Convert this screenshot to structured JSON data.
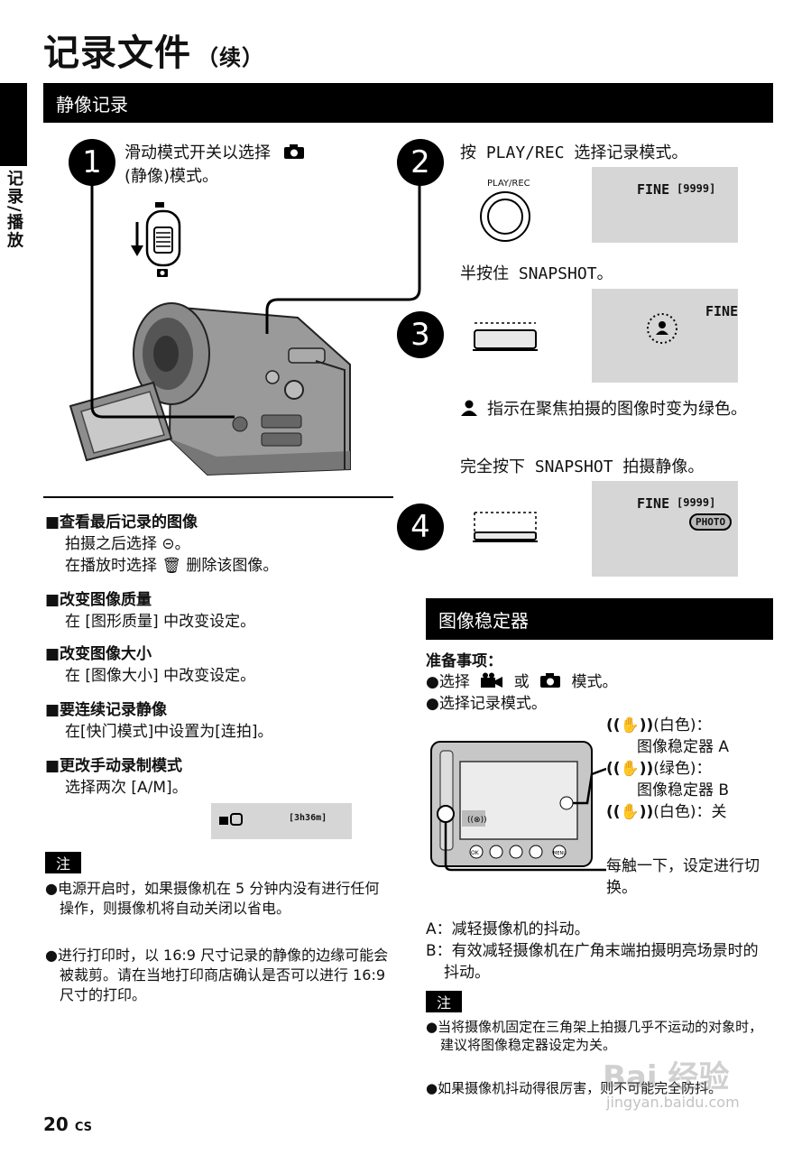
{
  "header": {
    "title": "记录文件",
    "title_sub": "（续）"
  },
  "side_label": "记录/播放",
  "section_static": "静像记录",
  "step1": {
    "number": "1",
    "text_a": "滑动模式开关以选择",
    "text_b": "(静像)模式。"
  },
  "step2": {
    "number": "2",
    "text": "按 PLAY/REC 选择记录模式。",
    "button_label": "PLAY/REC",
    "osd_fine": "FINE",
    "osd_count": "[9999]"
  },
  "step3": {
    "number": "3",
    "text": "半按住 SNAPSHOT。",
    "osd_fine": "FINE",
    "note": "指示在聚焦拍摄的图像时变为绿色。"
  },
  "step4": {
    "number": "4",
    "text": "完全按下 SNAPSHOT 拍摄静像。",
    "osd_fine": "FINE",
    "osd_count": "[9999]",
    "osd_photo": "PHOTO"
  },
  "tips": [
    {
      "title": "■查看最后记录的图像",
      "lines": [
        "拍摄之后选择 ⊝。",
        "在播放时选择 🗑 删除该图像。"
      ]
    },
    {
      "title": "■改变图像质量",
      "lines": [
        "在 [图形质量] 中改变设定。"
      ]
    },
    {
      "title": "■改变图像大小",
      "lines": [
        "在 [图像大小] 中改变设定。"
      ]
    },
    {
      "title": "■要连续记录静像",
      "lines": [
        "在[快门模式]中设置为[连拍]。"
      ]
    },
    {
      "title": "■更改手动录制模式",
      "lines": [
        "选择两次 [A/M]。"
      ]
    }
  ],
  "mini_osd": {
    "time": "[3h36m]"
  },
  "note_left": {
    "tag": "注",
    "items": [
      "●电源开启时，如果摄像机在 5 分钟内没有进行任何操作，则摄像机将自动关闭以省电。",
      "●进行打印时，以 16:9 尺寸记录的静像的边缘可能会被裁剪。请在当地打印商店确认是否可以进行 16:9 尺寸的打印。"
    ]
  },
  "section_stab": "图像稳定器",
  "prep": {
    "title": "准备事项：",
    "item1_a": "●选择",
    "item1_b": "或",
    "item1_c": "模式。",
    "item2": "●选择记录模式。"
  },
  "stab_labels": {
    "a1": "(白色)：",
    "a2": "图像稳定器 A",
    "b1": "(绿色)：",
    "b2": "图像稳定器 B",
    "off": "(白色)：关",
    "touch": "每触一下，设定进行切换。"
  },
  "lcd_buttons": [
    "OK",
    "MENU"
  ],
  "ab_notes": {
    "a": "A：减轻摄像机的抖动。",
    "b": "B：有效减轻摄像机在广角末端拍摄明亮场景时的抖动。"
  },
  "note_right": {
    "tag": "注",
    "items": [
      "●当将摄像机固定在三角架上拍摄几乎不运动的对象时，建议将图像稳定器设定为关。",
      "●如果摄像机抖动得很厉害，则不可能完全防抖。"
    ]
  },
  "footer": {
    "page": "20",
    "lang": "CS"
  },
  "watermark": {
    "line1": "Bai 经验",
    "line2": "jingyan.baidu.com"
  }
}
